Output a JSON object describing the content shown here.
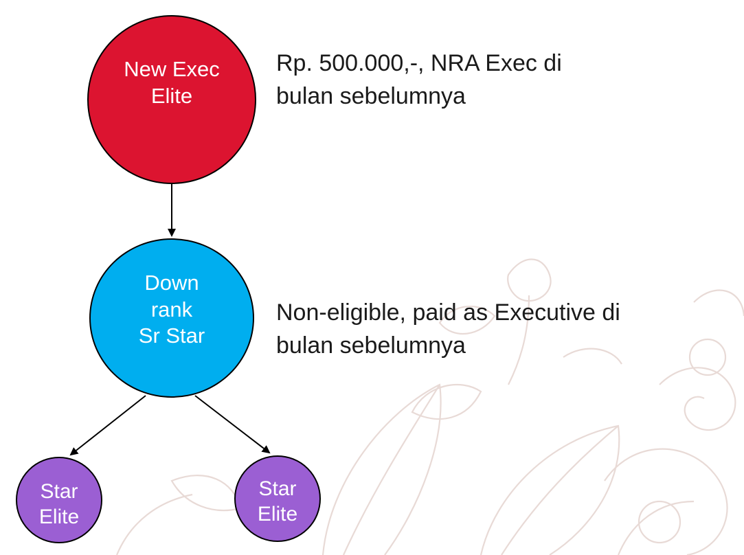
{
  "colors": {
    "node_top": "#DC1430",
    "node_mid": "#00AEEF",
    "node_leaf": "#9B5FD3",
    "outline": "#000000",
    "background_ornament": "#E8DAD6"
  },
  "nodes": {
    "top": {
      "label": "New Exec\nElite"
    },
    "mid": {
      "label": "Down\nrank\nSr Star"
    },
    "leaves": [
      {
        "label": "Star\nElite"
      },
      {
        "label": "Star\nElite"
      }
    ]
  },
  "descriptions": {
    "top": "Rp. 500.000,-, NRA Exec di\nbulan sebelumnya",
    "mid": "Non-eligible, paid as Executive  di\nbulan sebelumnya"
  },
  "background": {
    "decoration": "botanical-line-art"
  }
}
